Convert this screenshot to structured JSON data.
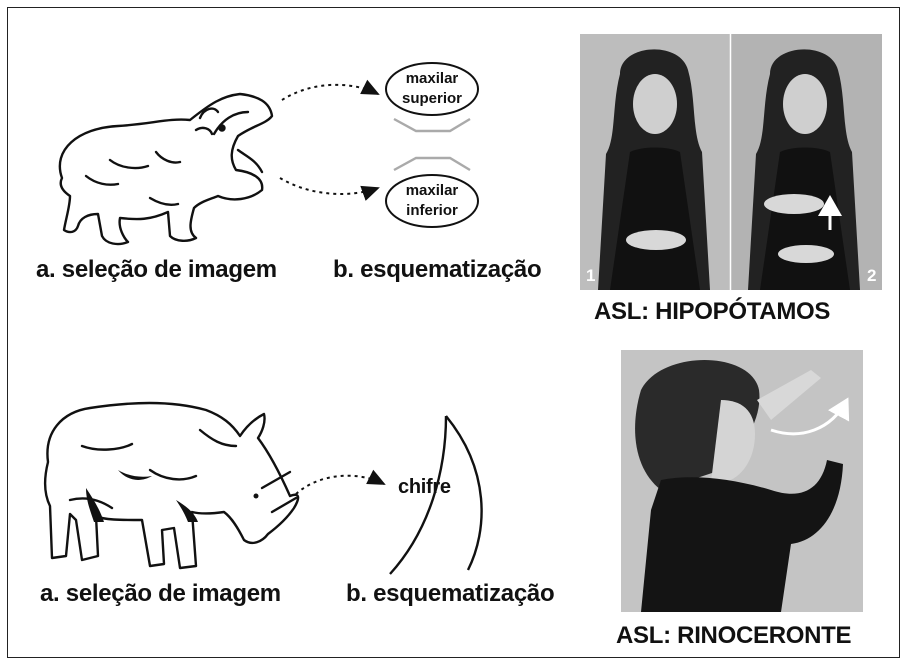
{
  "hippo_row": {
    "label_a": "a. seleção de imagem",
    "label_b": "b. esquematização",
    "oval_top": [
      "maxilar",
      "superior"
    ],
    "oval_bottom": [
      "maxilar",
      "inferior"
    ],
    "photo_num_1": "1",
    "photo_num_2": "2",
    "caption": "ASL: HIPOPÓTAMOS"
  },
  "rhino_row": {
    "label_a": "a. seleção de imagem",
    "label_b": "b. esquematização",
    "horn_label": "chifre",
    "caption": "ASL: RINOCERONTE"
  }
}
